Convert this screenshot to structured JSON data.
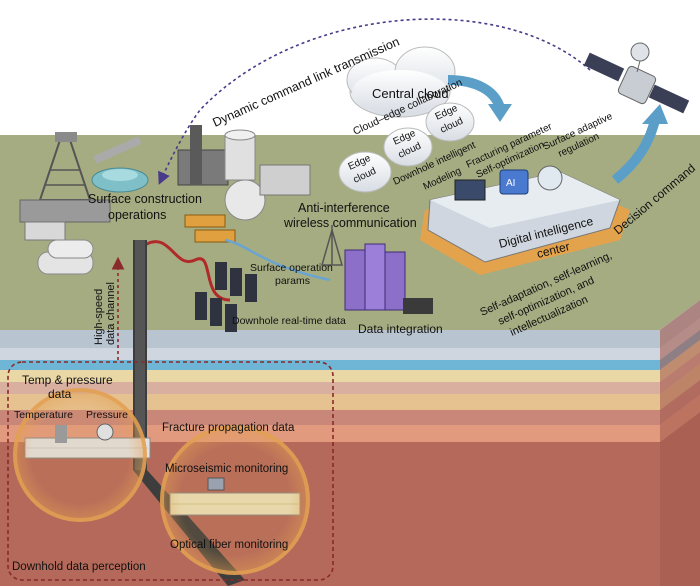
{
  "labels": {
    "dynamic_command": "Dynamic command link transmission",
    "central_cloud": "Central cloud",
    "cloud_edge": "Cloud–edge collaboration",
    "edge_cloud_1": "Edge",
    "edge_cloud_1b": "cloud",
    "edge_cloud_2": "Edge",
    "edge_cloud_2b": "cloud",
    "edge_cloud_3": "Edge",
    "edge_cloud_3b": "cloud",
    "downhole_intelligent": "Downhole intelligent",
    "modeling": "Modeling",
    "fracturing_param": "Fracturing parameter",
    "self_optimization": "Self-optimization",
    "surface_adaptive": "Surface adaptive",
    "regulation": "regulation",
    "decision_command": "Decision command",
    "surface_construction_1": "Surface construction",
    "surface_construction_2": "operations",
    "anti_interference_1": "Anti-interference",
    "anti_interference_2": "wireless communication",
    "digital_center_1": "Digital intelligence",
    "digital_center_2": "center",
    "surface_operation_params_1": "Surface operation",
    "surface_operation_params_2": "params",
    "downhole_realtime": "Downhole real-time data",
    "data_integration": "Data integration",
    "self_adapt_1": "Self-adaptation, self-learning,",
    "self_adapt_2": "self-optimization, and",
    "self_adapt_3": "intellectualization",
    "high_speed_1": "High-speed",
    "high_speed_2": "data channel",
    "temp_pressure_1": "Temp & pressure",
    "temp_pressure_2": "data",
    "temperature": "Temperature",
    "pressure": "Pressure",
    "fracture_propagation": "Fracture propagation data",
    "microseismic": "Microseismic monitoring",
    "optical_fiber": "Optical fiber monitoring",
    "downhold_perception": "Downhold data perception",
    "ai_badge": "AI"
  },
  "colors": {
    "ground_surface": "#a6ac82",
    "deep_rock": "#b4695a",
    "arrow_blue": "#5b9fc8",
    "dashed_purple": "#4a3a8a",
    "dashed_red": "#8a2a2a",
    "halo_orange": "#e3a052"
  }
}
